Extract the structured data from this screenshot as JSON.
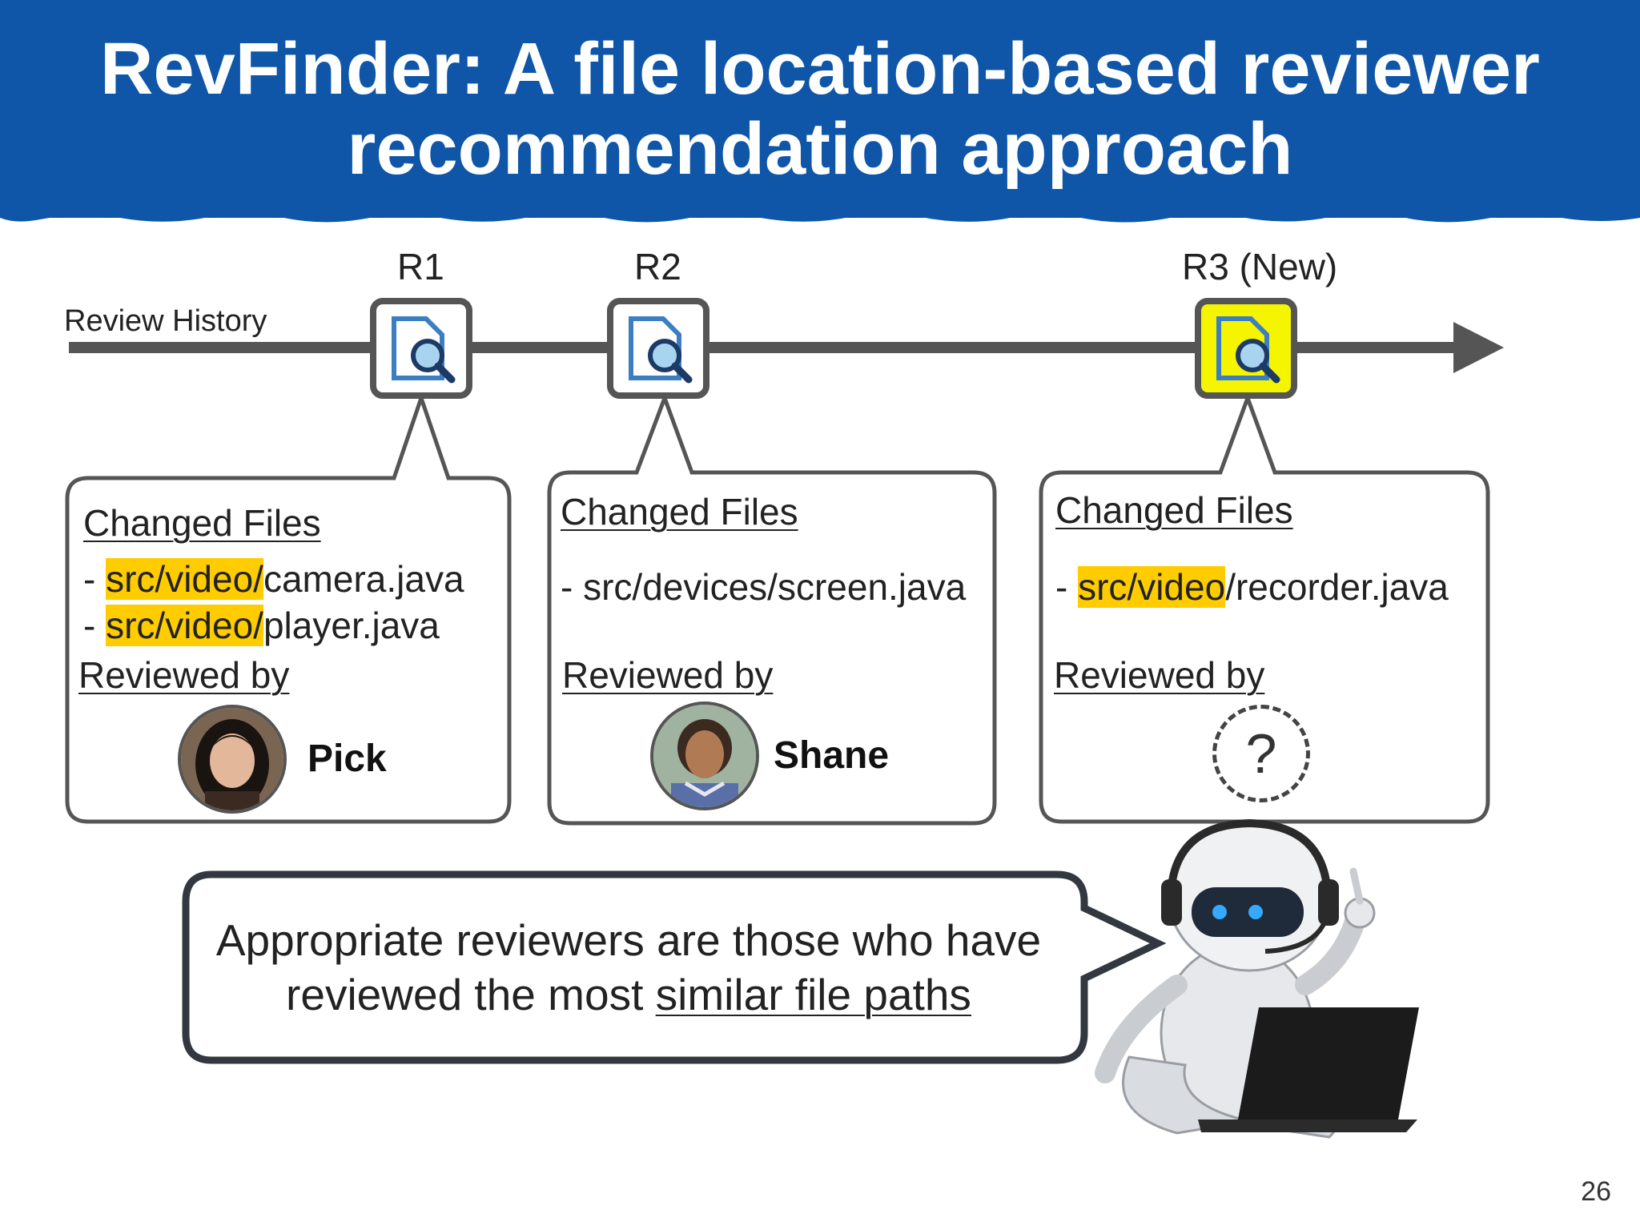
{
  "title": {
    "line1": "RevFinder: A file location-based reviewer",
    "line2": "recommendation approach"
  },
  "timeline": {
    "label": "Review History",
    "reviews": [
      {
        "label": "R1",
        "icon": "document-search-icon",
        "highlighted": false
      },
      {
        "label": "R2",
        "icon": "document-search-icon",
        "highlighted": false
      },
      {
        "label": "R3 (New)",
        "icon": "document-search-icon",
        "highlighted": true
      }
    ]
  },
  "cards": [
    {
      "heading": "Changed Files",
      "files": [
        {
          "prefix": "- ",
          "highlight": "src/video/",
          "rest": "camera.java"
        },
        {
          "prefix": "- ",
          "highlight": "src/video/",
          "rest": "player.java"
        }
      ],
      "reviewed_by": "Reviewed by",
      "reviewer": "Pick"
    },
    {
      "heading": "Changed Files",
      "files": [
        {
          "prefix": "- ",
          "highlight": "",
          "rest": "src/devices/screen.java"
        }
      ],
      "reviewed_by": "Reviewed by",
      "reviewer": "Shane"
    },
    {
      "heading": "Changed Files",
      "files": [
        {
          "prefix": "- ",
          "highlight": "src/video",
          "rest": "/recorder.java"
        }
      ],
      "reviewed_by": "Reviewed by",
      "reviewer": "?"
    }
  ],
  "callout": {
    "line1": "Appropriate reviewers are those who have",
    "line2_before": "reviewed the most ",
    "line2_underlined": "similar file paths"
  },
  "page_number": "26",
  "colors": {
    "header_blue": "#0f55a8",
    "highlight_yellow": "#ffcc00",
    "new_review_yellow": "#f5f500",
    "timeline_gray": "#555555"
  }
}
